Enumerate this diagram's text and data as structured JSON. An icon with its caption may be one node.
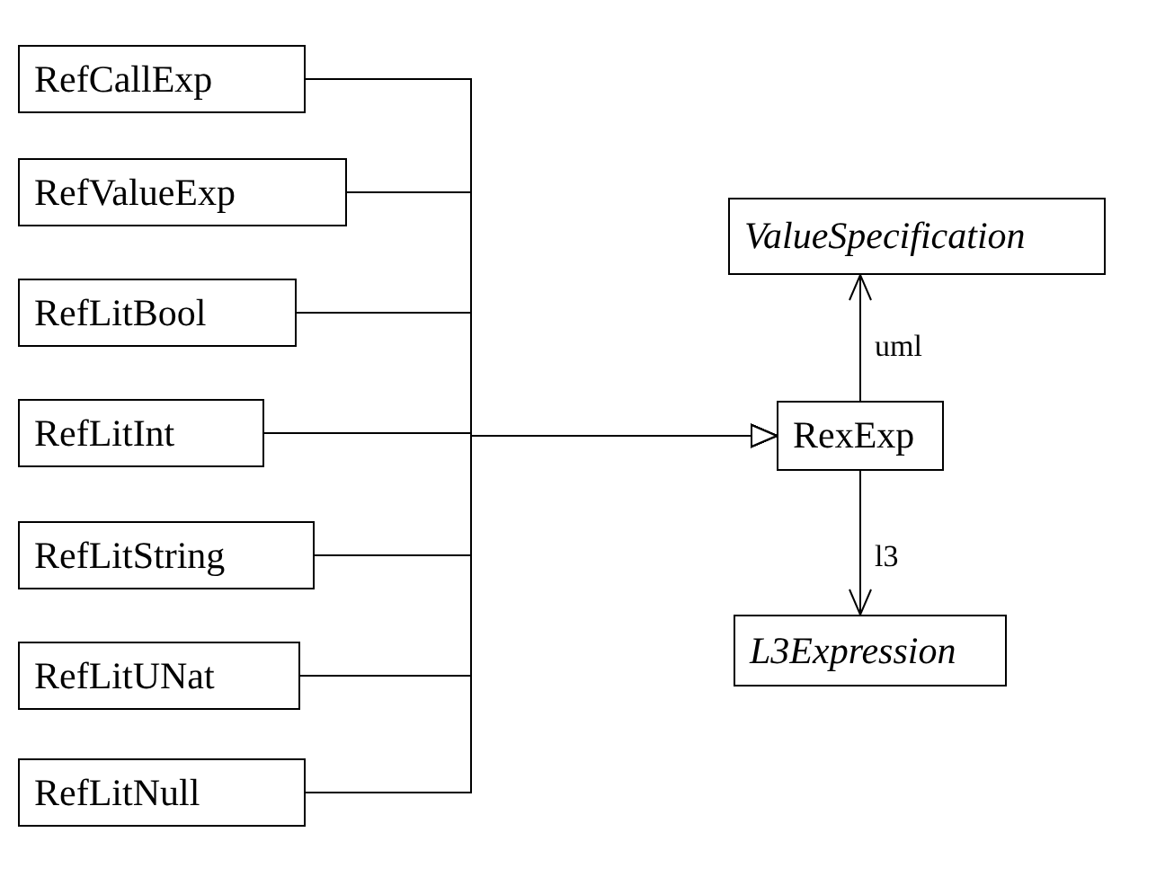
{
  "diagram": {
    "nodes": [
      {
        "text": [
          "RefCallExp"
        ]
      },
      {
        "text": [
          "RefValueExp"
        ]
      },
      {
        "text": [
          "RefLitBool"
        ]
      },
      {
        "text": [
          "RefLitInt"
        ]
      },
      {
        "text": [
          "RefLitString"
        ]
      },
      {
        "text": [
          "RefLitUNat"
        ]
      },
      {
        "text": [
          "RefLitNull"
        ]
      },
      {
        "text": [
          "RexExp"
        ]
      },
      {
        "text": [
          "ValueSpecification"
        ]
      },
      {
        "text": [
          "L3Expression"
        ]
      }
    ],
    "edges": [
      {
        "from": 0,
        "to": 7,
        "arrow": "to"
      },
      {
        "from": 1,
        "to": 7,
        "arrow": "to"
      },
      {
        "from": 2,
        "to": 7,
        "arrow": "to"
      },
      {
        "from": 3,
        "to": 7,
        "arrow": "to"
      },
      {
        "from": 4,
        "to": 7,
        "arrow": "to"
      },
      {
        "from": 5,
        "to": 7,
        "arrow": "to"
      },
      {
        "from": 6,
        "to": 7,
        "arrow": "to"
      },
      {
        "from": 7,
        "to": 8,
        "arrow": "to",
        "label": "uml"
      },
      {
        "from": 7,
        "to": 9,
        "arrow": "to",
        "label": "l3"
      }
    ]
  }
}
